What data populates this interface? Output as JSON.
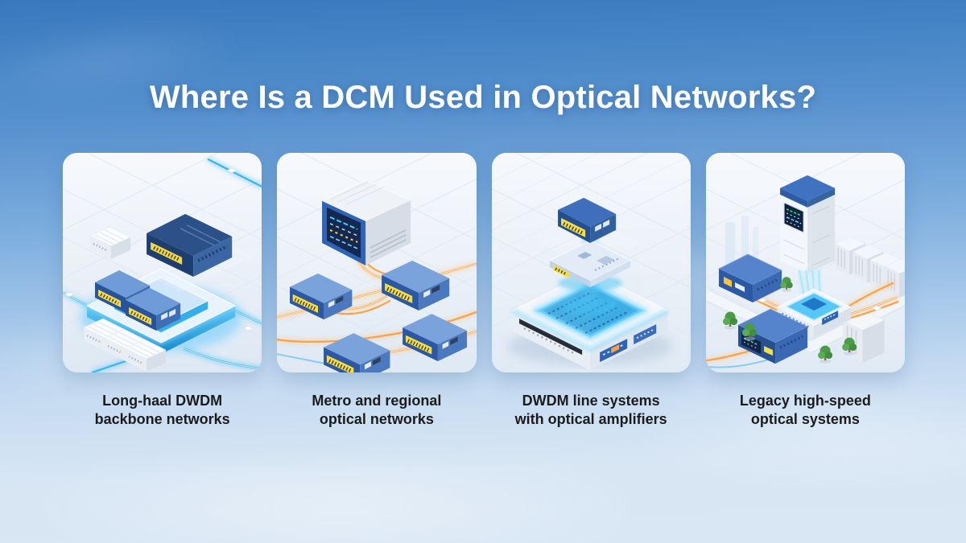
{
  "page": {
    "title": "Where Is a DCM Used in Optical Networks?"
  },
  "cards": [
    {
      "id": "backbone",
      "caption_line1": "Long-haal DWDM",
      "caption_line2": "backbone networks",
      "scene_alt": "Isometric 3D render of blue DCM modules with yellow fiber ports stacked on a glowing light-blue platform with glass panels, white equipment modules and cyan fiber traces on a white circuit floor"
    },
    {
      "id": "metro",
      "caption_line1": "Metro and regional",
      "caption_line2": "optical networks",
      "scene_alt": "Isometric 3D render of a white monitoring unit with a blue screen linked to four blue DCM network boxes by glowing orange fiber lines on a white floor"
    },
    {
      "id": "line-systems",
      "caption_line1": "DWDM line systems",
      "caption_line2": "with optical amplifiers",
      "scene_alt": "Isometric exploded view of an optical amplifier chassis: white base with blue front panels, glowing blue circuit tray, glass enclosure and a floating blue DCM module connected by a light beam"
    },
    {
      "id": "legacy",
      "caption_line1": "Legacy high-speed",
      "caption_line2": "optical systems",
      "scene_alt": "Isometric 3D campus scene with a tall legacy transmission tower with a screen, blue DCM units, white equipment cabinets, small trees and glowing orange fiber links"
    }
  ],
  "colors": {
    "sky_top": "#3a78bd",
    "sky_bottom": "#d9e7f5",
    "title_text": "#ffffff",
    "caption_text": "#1b1b1d",
    "card_background": "#f2f6fa",
    "device_blue": "#2b57a4",
    "device_blue_top": "#7aa3dc",
    "port_strip_yellow": "#f5dd46",
    "fiber_orange": "#ff9e3d",
    "glow_cyan": "#57c7f6"
  }
}
